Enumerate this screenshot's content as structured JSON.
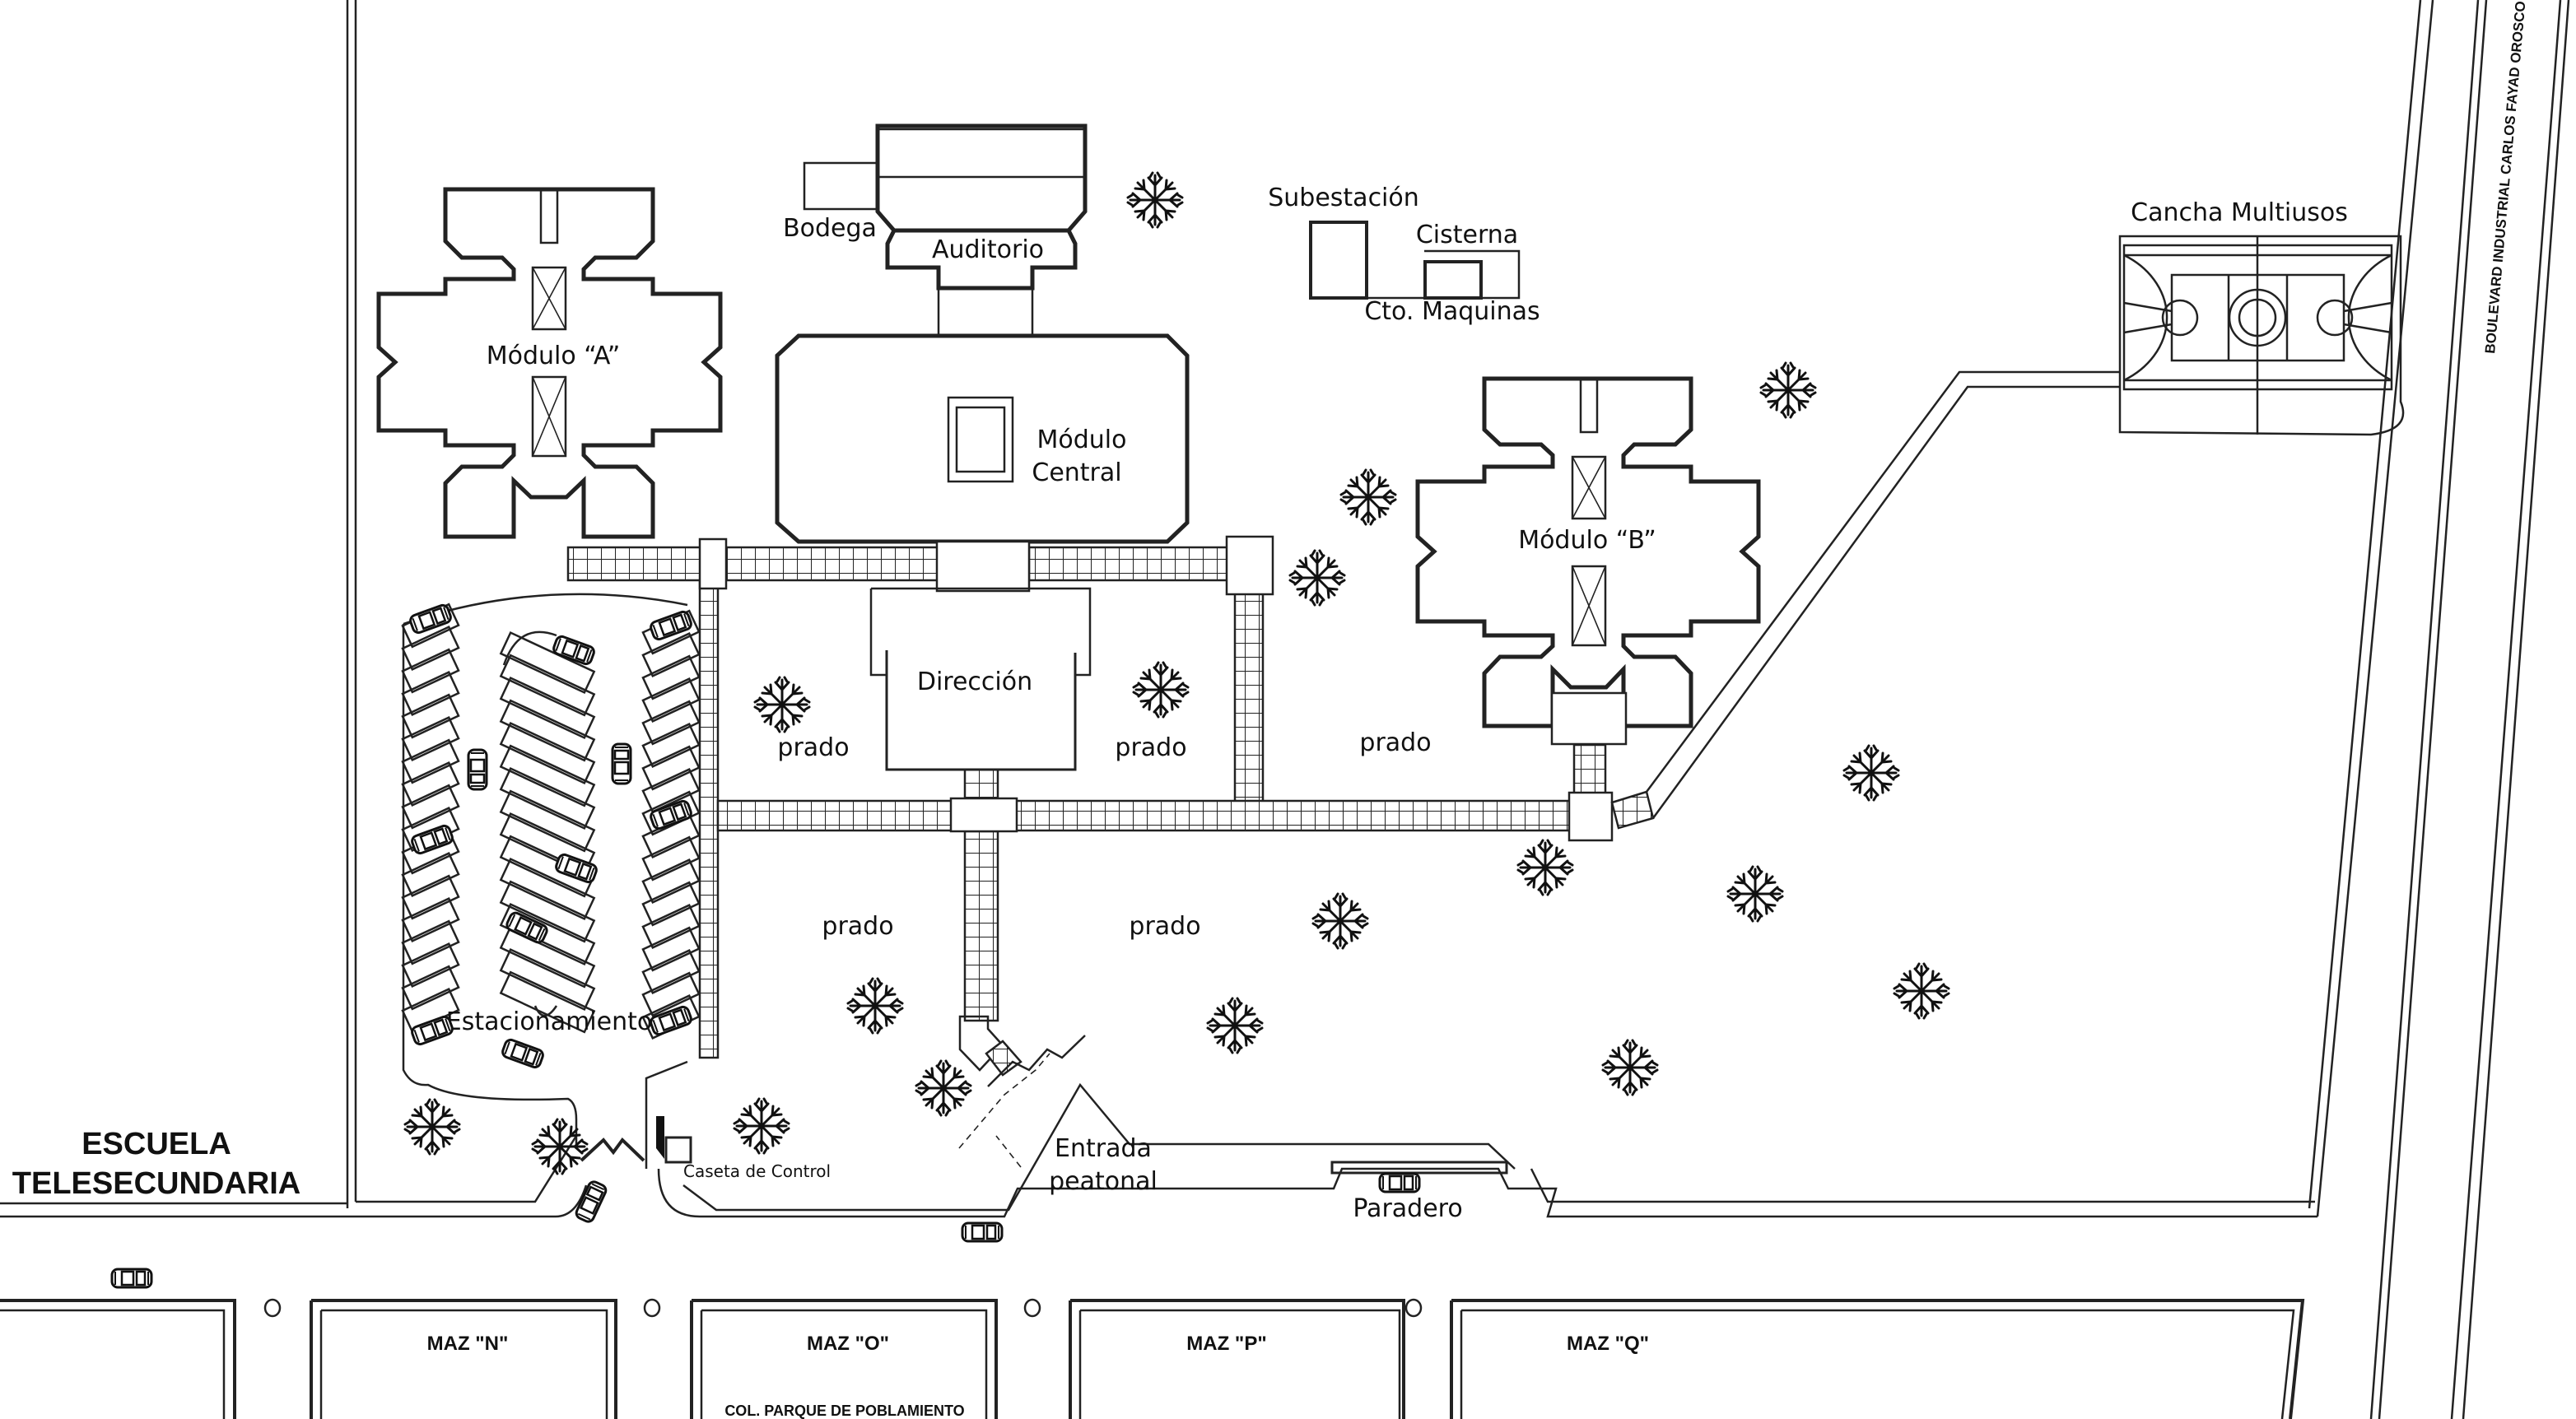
{
  "title": "ESCUELA TELESECUNDARIA",
  "title_lines": [
    "ESCUELA",
    "TELESECUNDARIA"
  ],
  "road_label": "BOULEVARD INDUSTRIAL CARLOS FAYAD OROSCO",
  "buildings": {
    "modulo_a": "Módulo “A”",
    "modulo_b": "Módulo “B”",
    "modulo_central_1": "Módulo",
    "modulo_central_2": "Central",
    "auditorio": "Auditorio",
    "bodega": "Bodega",
    "subestacion": "Subestación",
    "cisterna": "Cisterna",
    "cto_maquinas": "Cto. Maquinas",
    "direccion": "Dirección",
    "cancha": "Cancha Multiusos",
    "estacionamiento": "Estacionamiento",
    "caseta": "Caseta de Control",
    "entrada_1": "Entrada",
    "entrada_2": "peatonal",
    "paradero": "Paradero"
  },
  "green_areas": [
    "prado",
    "prado",
    "prado",
    "prado",
    "prado"
  ],
  "blocks": [
    "MAZ \"N\"",
    "MAZ \"O\"",
    "MAZ \"P\"",
    "MAZ \"Q\""
  ],
  "neighborhood": "COL. PARQUE DE POBLAMIENTO",
  "icons": {
    "tree": "tree-icon",
    "car": "car-icon",
    "stair": "stair-icon"
  }
}
